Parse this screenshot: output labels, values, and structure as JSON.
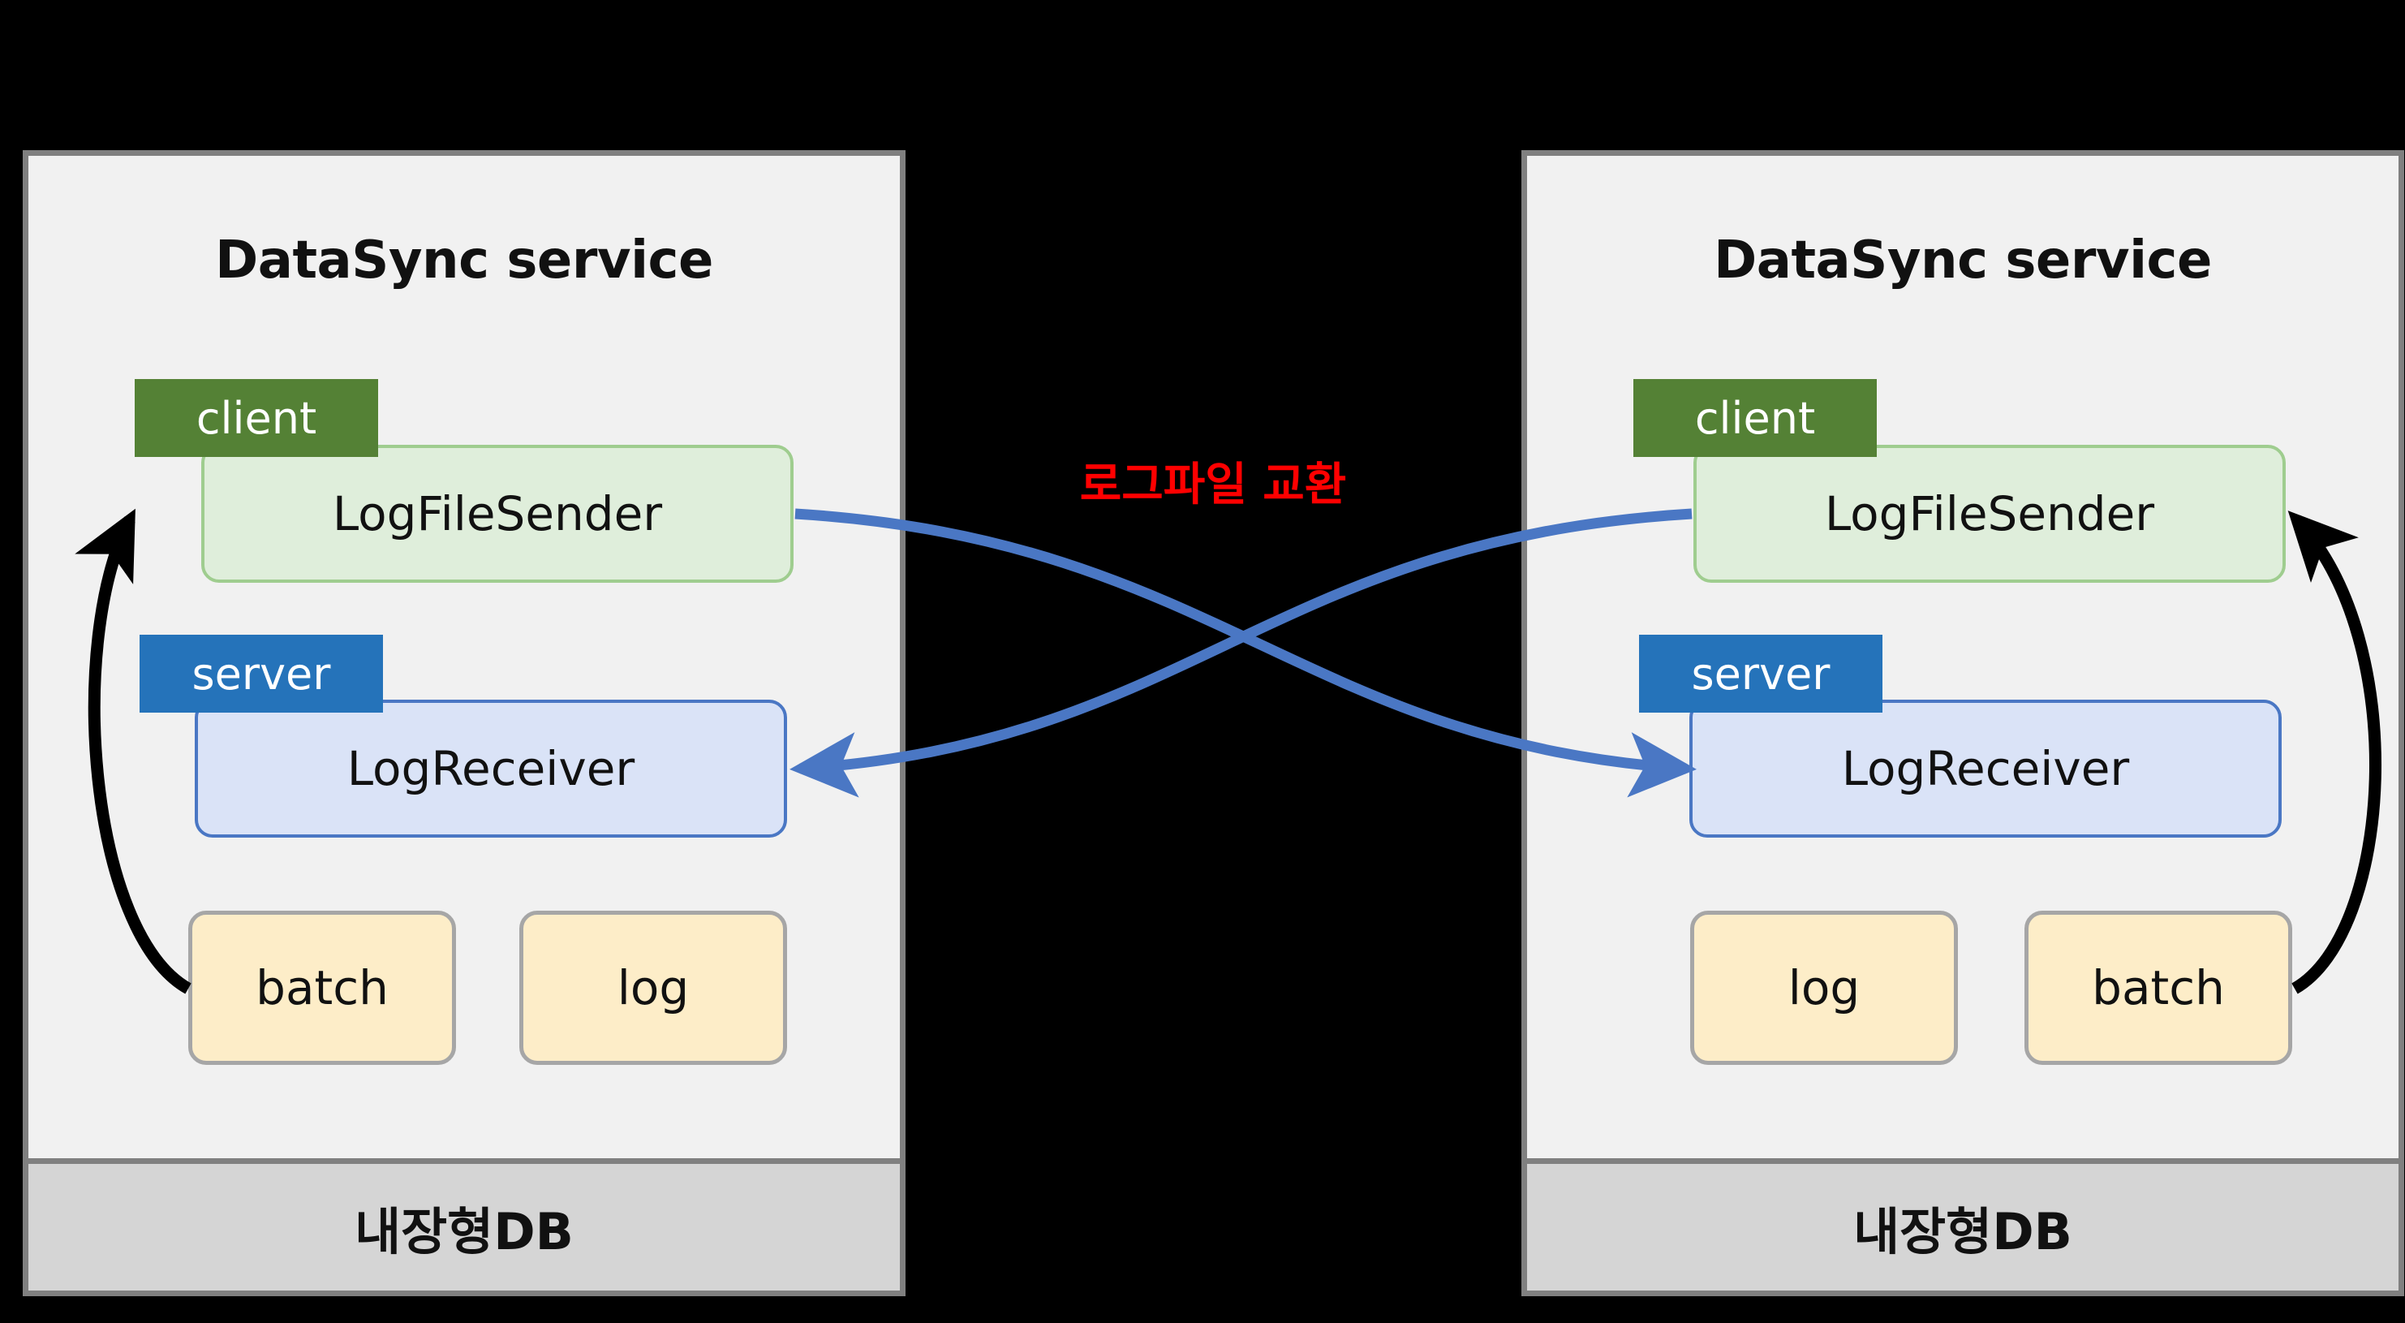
{
  "diagram": {
    "type": "architecture-diagram",
    "background_color": "#000000",
    "exchange_label": "로그파일 교환",
    "exchange_label_color": "#ff0000",
    "colors": {
      "panel_background": "#f1f1f1",
      "panel_border": "#808080",
      "db_band_background": "#d5d5d5",
      "client_tag": "#548135",
      "server_tag": "#2573ba",
      "client_node_fill": "#dfeedb",
      "client_node_border": "#9fcd8f",
      "server_node_fill": "#dae3f7",
      "server_node_border": "#4a77c4",
      "storage_node_fill": "#fdedc8",
      "storage_node_border": "#a6a6a6",
      "exchange_arrow": "#4a77c4",
      "internal_arrow": "#000000"
    }
  },
  "left_panel": {
    "title": "DataSync service",
    "client_tag": "client",
    "client_node": "LogFileSender",
    "server_tag": "server",
    "server_node": "LogReceiver",
    "storage_nodes": [
      "batch",
      "log"
    ],
    "db_label": "내장형DB"
  },
  "right_panel": {
    "title": "DataSync service",
    "client_tag": "client",
    "client_node": "LogFileSender",
    "server_tag": "server",
    "server_node": "LogReceiver",
    "storage_nodes": [
      "log",
      "batch"
    ],
    "db_label": "내장형DB"
  }
}
